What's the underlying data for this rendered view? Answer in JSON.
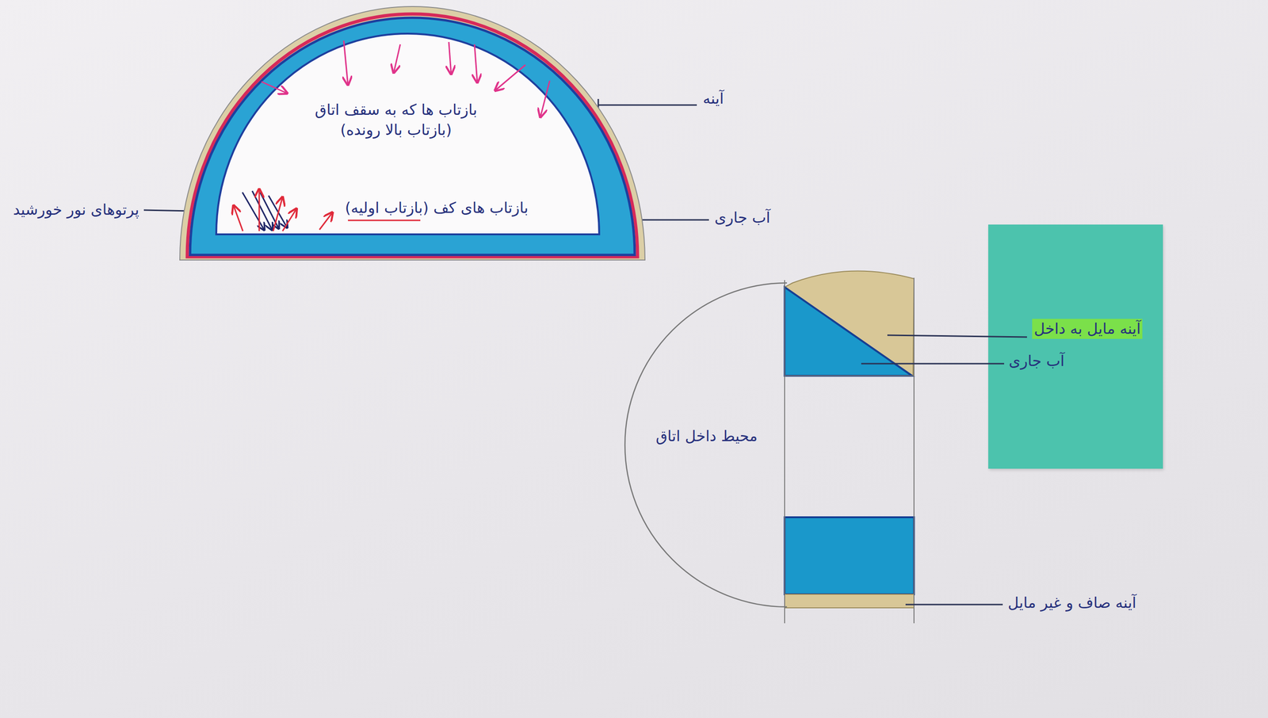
{
  "diagram": {
    "nodes": [
      {
        "text": [
          "بازتاب ها که به سقف اتاق (بازتاب بالا رونده)",
          "بازتاب های کف (بازتاب اولیه)"
        ]
      },
      {
        "text": [
          "محیط داخل اتاق"
        ]
      },
      {
        "text": [
          "آینه مایل به داخل",
          "آب جاری"
        ]
      }
    ],
    "labels": [
      "آینه",
      "پرتوهای نور خورشید",
      "آب جاری",
      "آینه صاف و غیر مایل"
    ]
  }
}
